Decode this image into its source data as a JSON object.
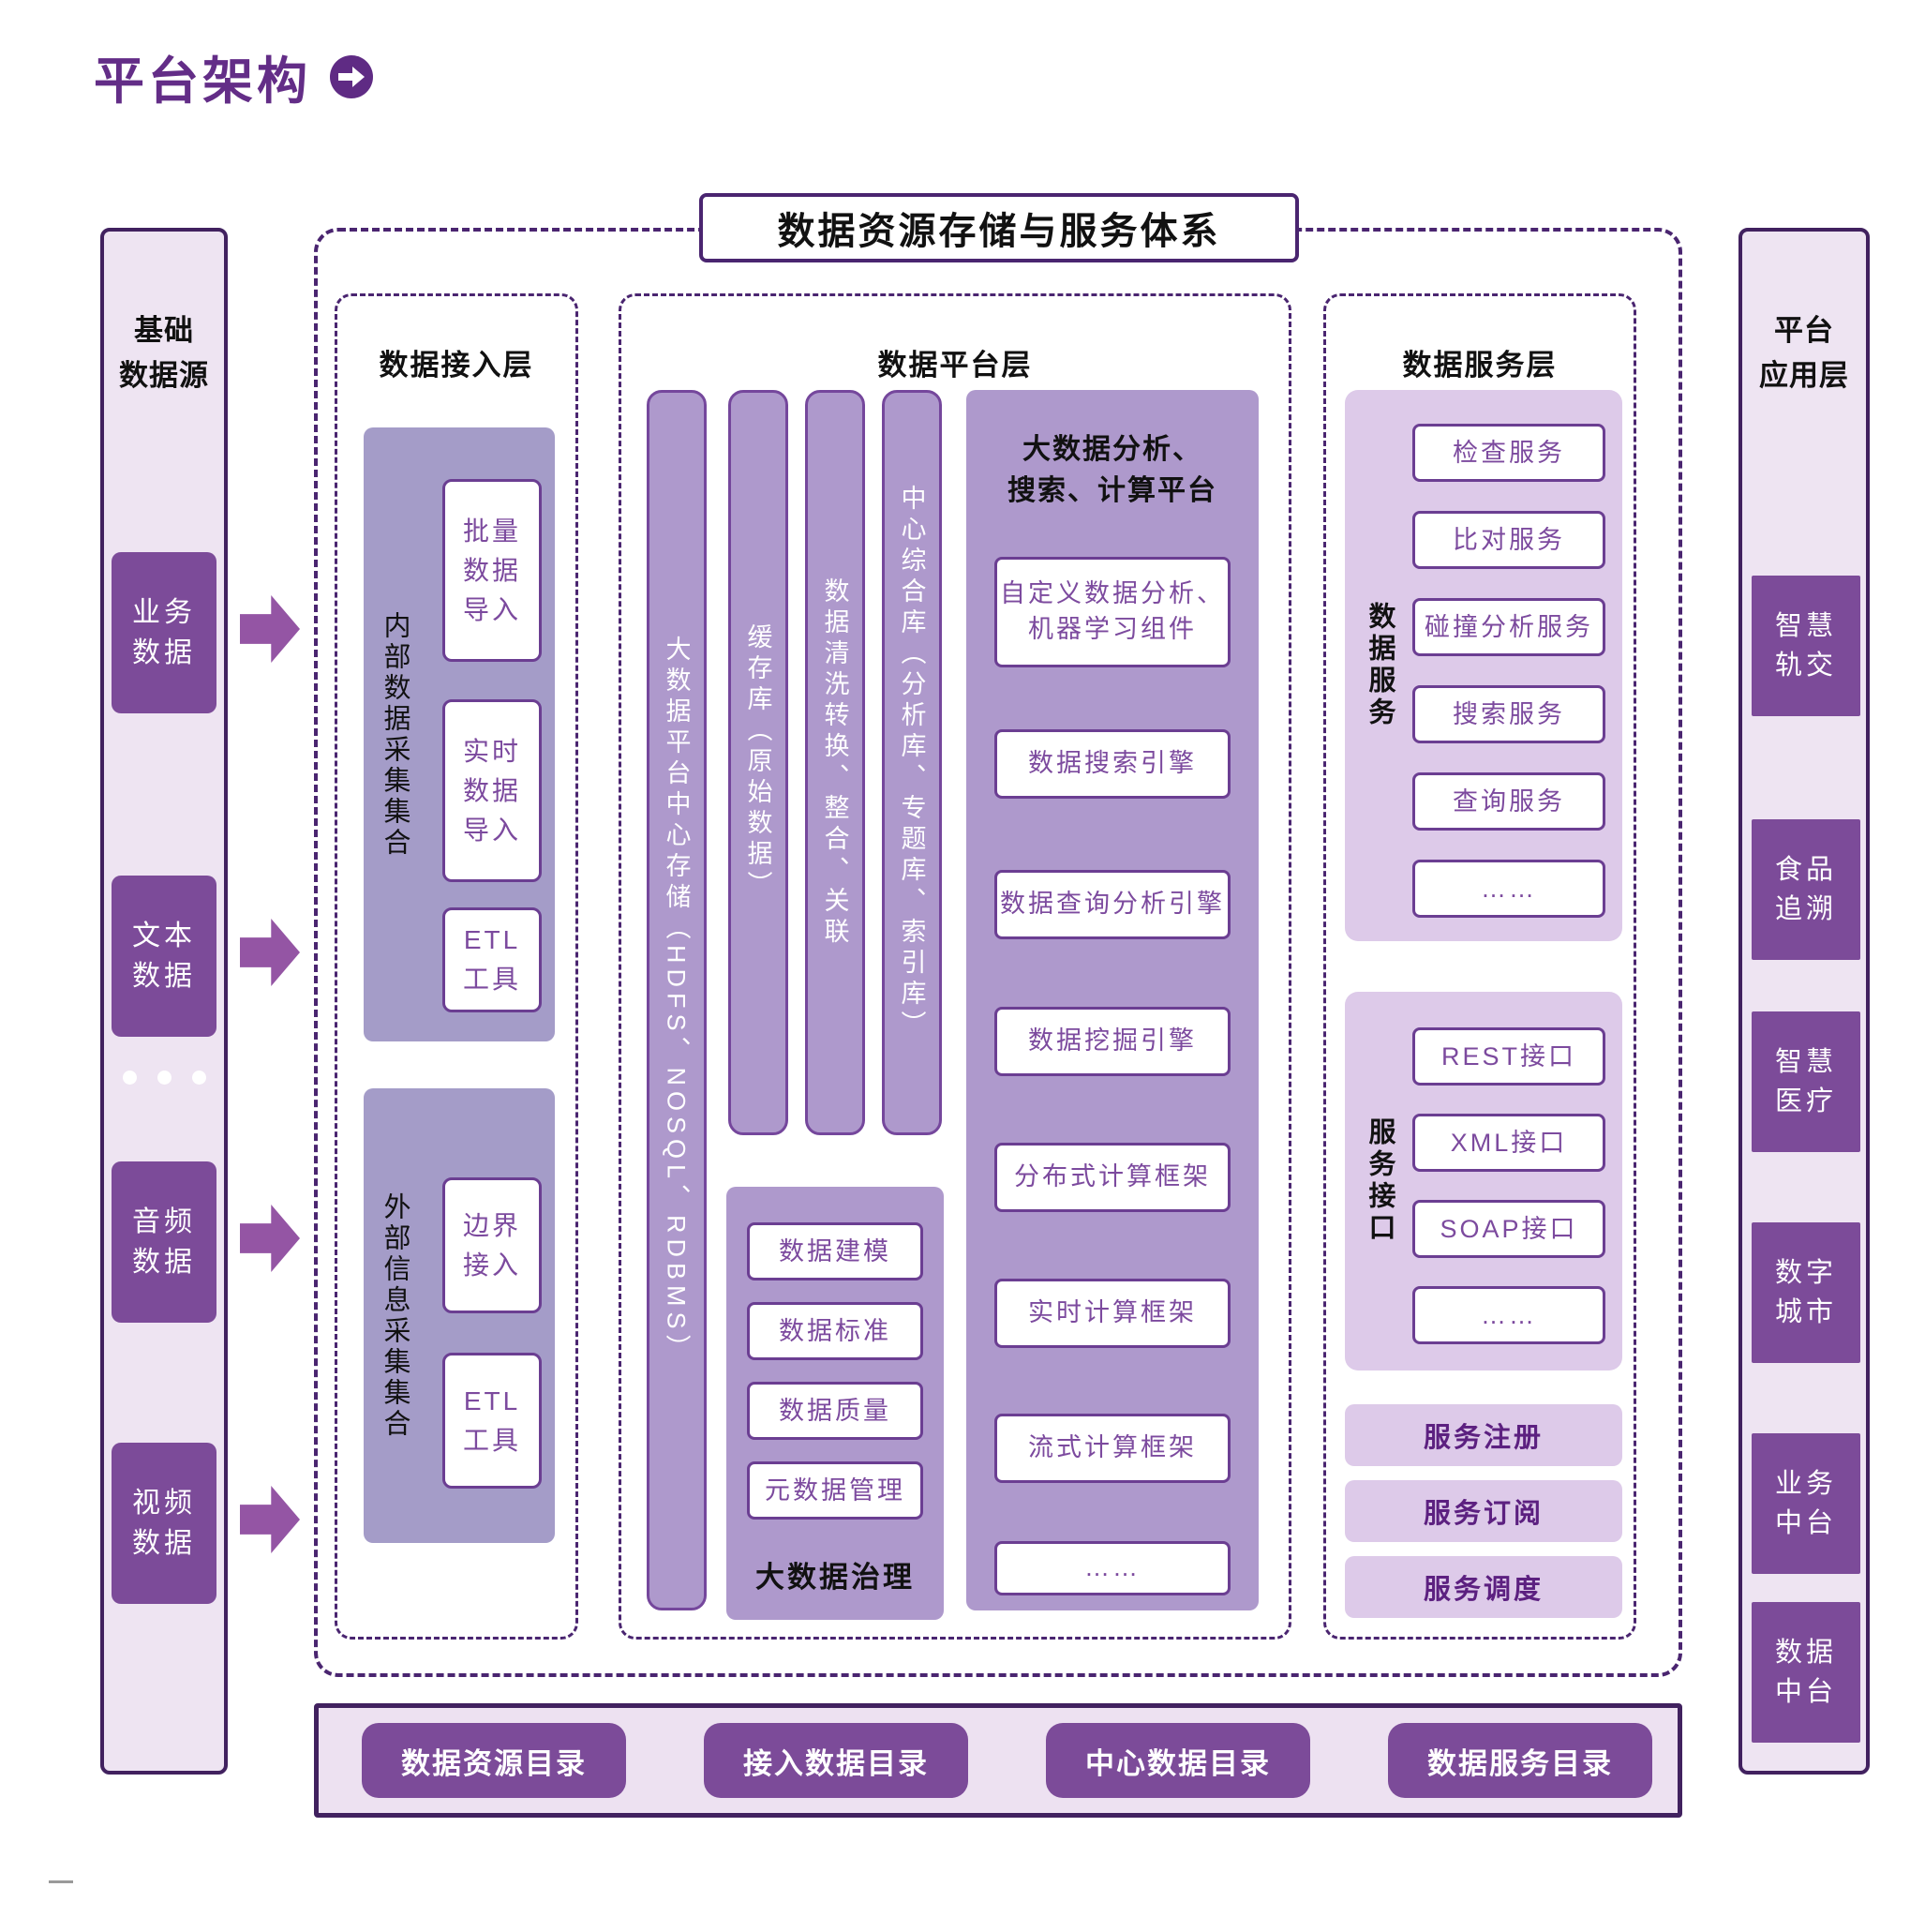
{
  "title": {
    "text": "平台架构"
  },
  "system_title": "数据资源存储与服务体系",
  "source_column": {
    "header_line1": "基础",
    "header_line2": "数据源",
    "items": [
      {
        "line1": "业务",
        "line2": "数据"
      },
      {
        "line1": "文本",
        "line2": "数据"
      },
      {
        "line1": "音频",
        "line2": "数据"
      },
      {
        "line1": "视频",
        "line2": "数据"
      }
    ]
  },
  "access_layer": {
    "header": "数据接入层",
    "internal_group": {
      "label": "内部数据采集集合",
      "boxes": [
        {
          "line1": "批量",
          "line2": "数据",
          "line3": "导入"
        },
        {
          "line1": "实时",
          "line2": "数据",
          "line3": "导入"
        },
        {
          "line1": "ETL",
          "line2": "工具"
        }
      ]
    },
    "external_group": {
      "label": "外部信息采集集合",
      "boxes": [
        {
          "line1": "边界",
          "line2": "接入"
        },
        {
          "line1": "ETL",
          "line2": "工具"
        }
      ]
    }
  },
  "platform_layer": {
    "header": "数据平台层",
    "bars": [
      "大数据平台中心存储（HDFS、NOSQL、RDBMS）",
      "缓存库（原始数据）",
      "数据清洗转换、整合、关联",
      "中心综合库（分析库、专题库、索引库）"
    ],
    "governance": {
      "label": "大数据治理",
      "boxes": [
        "数据建模",
        "数据标准",
        "数据质量",
        "元数据管理"
      ]
    },
    "analysis": {
      "header_line1": "大数据分析、",
      "header_line2": "搜索、计算平台",
      "boxes": [
        {
          "line1": "自定义数据分析、",
          "line2": "机器学习组件"
        },
        {
          "line1": "数据搜索引擎"
        },
        {
          "line1": "数据查询分析引擎"
        },
        {
          "line1": "数据挖掘引擎"
        },
        {
          "line1": "分布式计算框架"
        },
        {
          "line1": "实时计算框架"
        },
        {
          "line1": "流式计算框架"
        },
        {
          "line1": "……"
        }
      ]
    }
  },
  "service_layer": {
    "header": "数据服务层",
    "data_service_group": {
      "label": "数据服务",
      "boxes": [
        "检查服务",
        "比对服务",
        "碰撞分析服务",
        "搜索服务",
        "查询服务",
        "……"
      ]
    },
    "interface_group": {
      "label": "服务接口",
      "boxes": [
        "REST接口",
        "XML接口",
        "SOAP接口",
        "……"
      ]
    },
    "management_boxes": [
      "服务注册",
      "服务订阅",
      "服务调度"
    ]
  },
  "app_column": {
    "header_line1": "平台",
    "header_line2": "应用层",
    "items": [
      {
        "line1": "智慧",
        "line2": "轨交"
      },
      {
        "line1": "食品",
        "line2": "追溯"
      },
      {
        "line1": "智慧",
        "line2": "医疗"
      },
      {
        "line1": "数字",
        "line2": "城市"
      },
      {
        "line1": "业务",
        "line2": "中台"
      },
      {
        "line1": "数据",
        "line2": "中台"
      }
    ]
  },
  "catalog_bar": {
    "buttons": [
      "数据资源目录",
      "接入数据目录",
      "中心数据目录",
      "数据服务目录"
    ]
  },
  "colors": {
    "deep_purple": "#4A2570",
    "title_purple": "#632D87",
    "solid_box_purple": "#7C4B99",
    "bar_purple": "#AE99CC",
    "collector_purple": "#A49CC8",
    "light_lavender": "#DDCAE9",
    "column_bg": "#EEE4F2",
    "white_box_border": "#6B3E92",
    "white_box_text": "#7C4A9E",
    "arrow_purple": "#9455A4"
  }
}
